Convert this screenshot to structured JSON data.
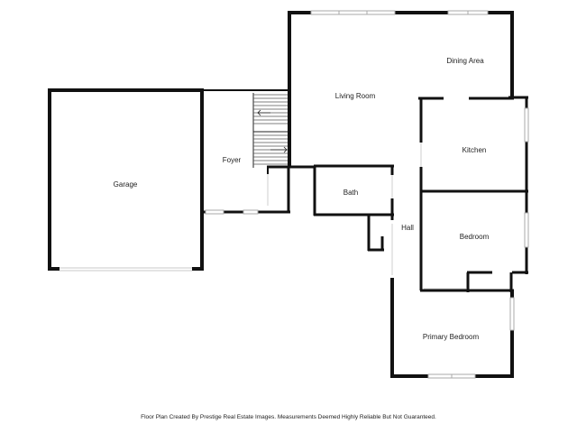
{
  "rooms": {
    "garage": "Garage",
    "foyer": "Foyer",
    "living_room": "Living Room",
    "dining_area": "Dining Area",
    "kitchen": "Kitchen",
    "bath": "Bath",
    "hall": "Hall",
    "bedroom": "Bedroom",
    "primary_bedroom": "Primary Bedroom"
  },
  "footer": {
    "note": "Floor Plan Created By Prestige Real Estate Images. Measurements Deemed Highly Reliable But Not Guaranteed."
  },
  "colors": {
    "wall": "#111111",
    "window": "#a8a8a8",
    "background": "#ffffff"
  }
}
